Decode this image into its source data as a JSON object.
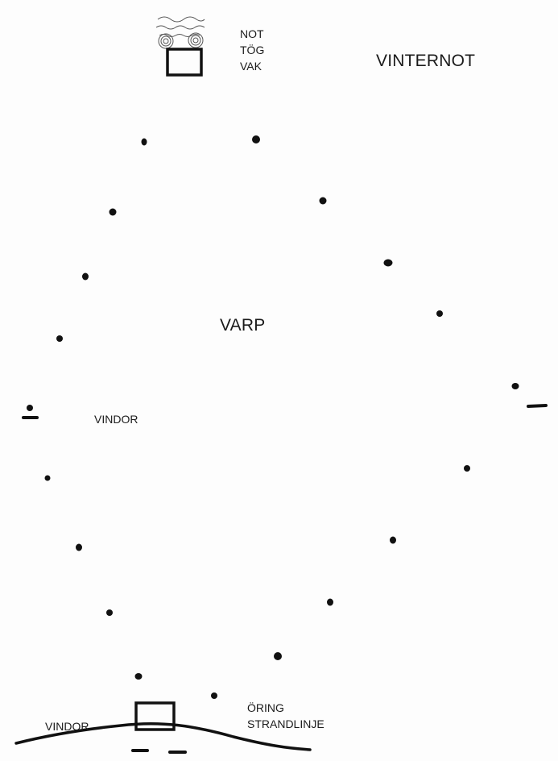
{
  "labels": {
    "title": "VINTERNOT",
    "center": "VARP",
    "vindor_left": "VINDOR",
    "vindor_bottom": "VINDOR",
    "top_gear": [
      "NOT",
      "TÖG",
      "VAK"
    ],
    "bottom_right": [
      "ÖRING",
      "STRANDLINJE"
    ]
  },
  "colors": {
    "ink": "#111111",
    "paper": "#fdfdfd"
  },
  "icons": {
    "top_gear": "rope-coil-icon",
    "top_hole": "ice-hole-icon",
    "bottom_hole": "ice-hole-icon",
    "marker": "hole-dot-icon"
  }
}
